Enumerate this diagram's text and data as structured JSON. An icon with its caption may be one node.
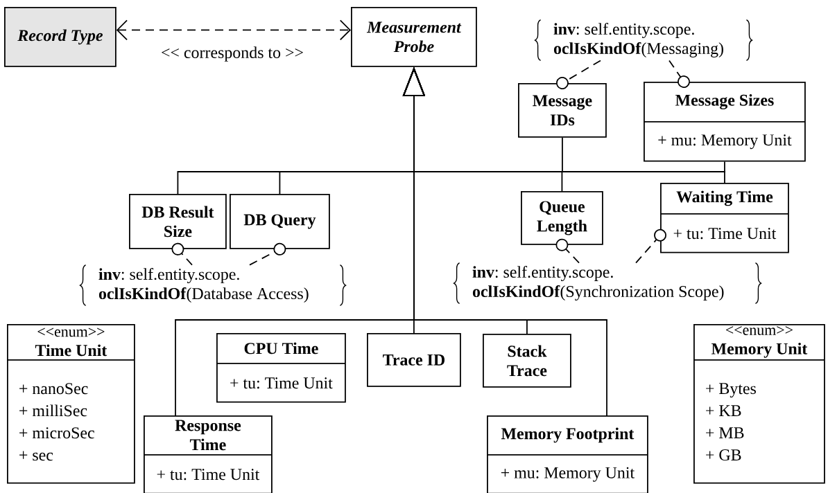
{
  "diagram": {
    "nodes": [
      {
        "text": [
          "Record Type"
        ]
      },
      {
        "text": [
          "Measurement Probe"
        ]
      },
      {
        "text": [
          "**inv**: self.entity.scope. **oclIsKindOf**(Messaging)"
        ]
      },
      {
        "text": [
          "Message IDs"
        ]
      },
      {
        "text": [
          "Message Sizes",
          "+ mu: Memory Unit"
        ]
      },
      {
        "text": [
          "DB Result Size"
        ]
      },
      {
        "text": [
          "DB Query"
        ]
      },
      {
        "text": [
          "Queue Length"
        ]
      },
      {
        "text": [
          "Waiting Time",
          "+ tu: Time Unit"
        ]
      },
      {
        "text": [
          "**inv**: self.entity.scope. **oclIsKindOf**(Database Access)"
        ]
      },
      {
        "text": [
          "**inv**: self.entity.scope. **oclIsKindOf**(Synchronization Scope)"
        ]
      },
      {
        "text": [
          "<<enum>>",
          "Time Unit",
          "+ nanoSec",
          "+ milliSec",
          "+ microSec",
          "+ sec"
        ]
      },
      {
        "text": [
          "CPU Time",
          "+ tu: Time Unit"
        ]
      },
      {
        "text": [
          "Trace ID"
        ]
      },
      {
        "text": [
          "Stack Trace"
        ]
      },
      {
        "text": [
          "<<enum>>",
          "Memory Unit",
          "+ Bytes",
          "+ KB",
          "+ MB",
          "+ GB"
        ]
      },
      {
        "text": [
          "Response Time",
          "+ tu: Time Unit"
        ]
      },
      {
        "text": [
          "Memory Footprint",
          "+ mu: Memory Unit"
        ]
      }
    ],
    "edges": [
      {
        "from": 0,
        "to": 1,
        "arrow": "both",
        "style": "dashed",
        "label": "<< corresponds to >>"
      },
      {
        "from": 5,
        "to": 1,
        "arrow": "to"
      },
      {
        "from": 6,
        "to": 1,
        "arrow": "to"
      },
      {
        "from": 3,
        "to": 1,
        "arrow": "to"
      },
      {
        "from": 7,
        "to": 1,
        "arrow": "to"
      },
      {
        "from": 4,
        "to": 1,
        "arrow": "to"
      },
      {
        "from": 8,
        "to": 1,
        "arrow": "to"
      },
      {
        "from": 16,
        "to": 1,
        "arrow": "to"
      },
      {
        "from": 13,
        "to": 1,
        "arrow": "to"
      },
      {
        "from": 14,
        "to": 1,
        "arrow": "to"
      },
      {
        "from": 17,
        "to": 1,
        "arrow": "to"
      },
      {
        "from": 2,
        "to": 3,
        "arrow": "other",
        "style": "dashed"
      },
      {
        "from": 2,
        "to": 4,
        "arrow": "other",
        "style": "dashed"
      },
      {
        "from": 9,
        "to": 5,
        "arrow": "other",
        "style": "dashed"
      },
      {
        "from": 9,
        "to": 6,
        "arrow": "other",
        "style": "dashed"
      },
      {
        "from": 10,
        "to": 7,
        "arrow": "other",
        "style": "dashed"
      },
      {
        "from": 10,
        "to": 8,
        "arrow": "other",
        "style": "dashed"
      }
    ]
  }
}
